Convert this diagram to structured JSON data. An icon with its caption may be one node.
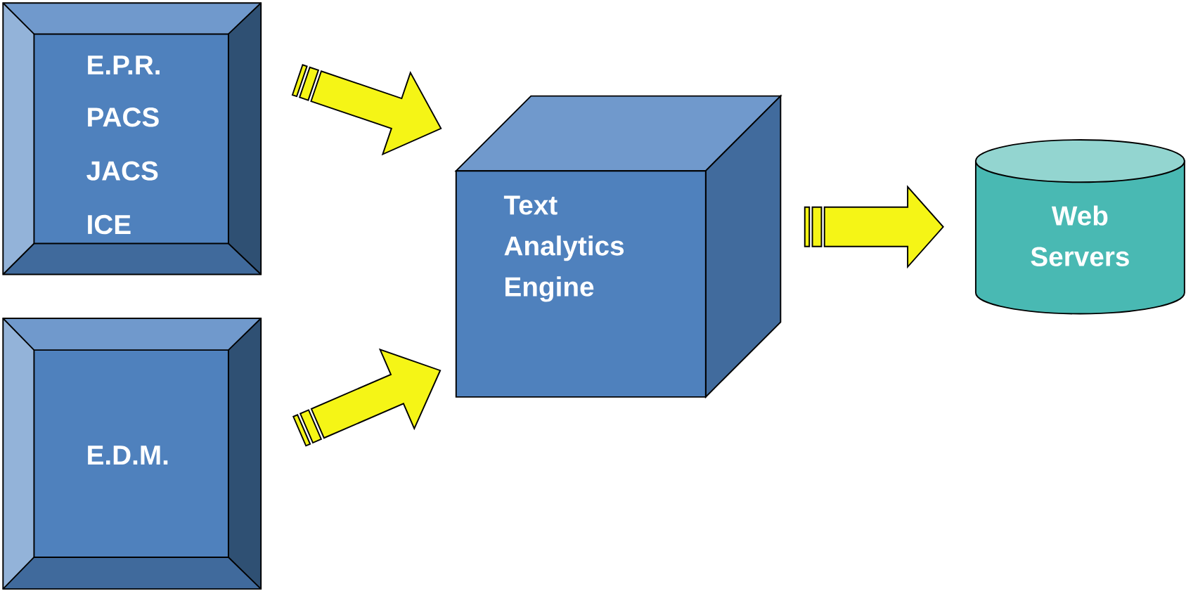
{
  "diagram": {
    "nodes": [
      {
        "text": [
          "E.P.R.",
          "PACS",
          "JACS",
          "ICE"
        ]
      },
      {
        "text": [
          "E.D.M."
        ]
      },
      {
        "text": [
          "Text Analytics Engine"
        ]
      },
      {
        "text": [
          "Web Servers"
        ]
      }
    ],
    "edges": [
      {
        "from": 0,
        "to": 2,
        "arrow": "to"
      },
      {
        "from": 1,
        "to": 2,
        "arrow": "to"
      },
      {
        "from": 2,
        "to": 3,
        "arrow": "to"
      }
    ]
  }
}
